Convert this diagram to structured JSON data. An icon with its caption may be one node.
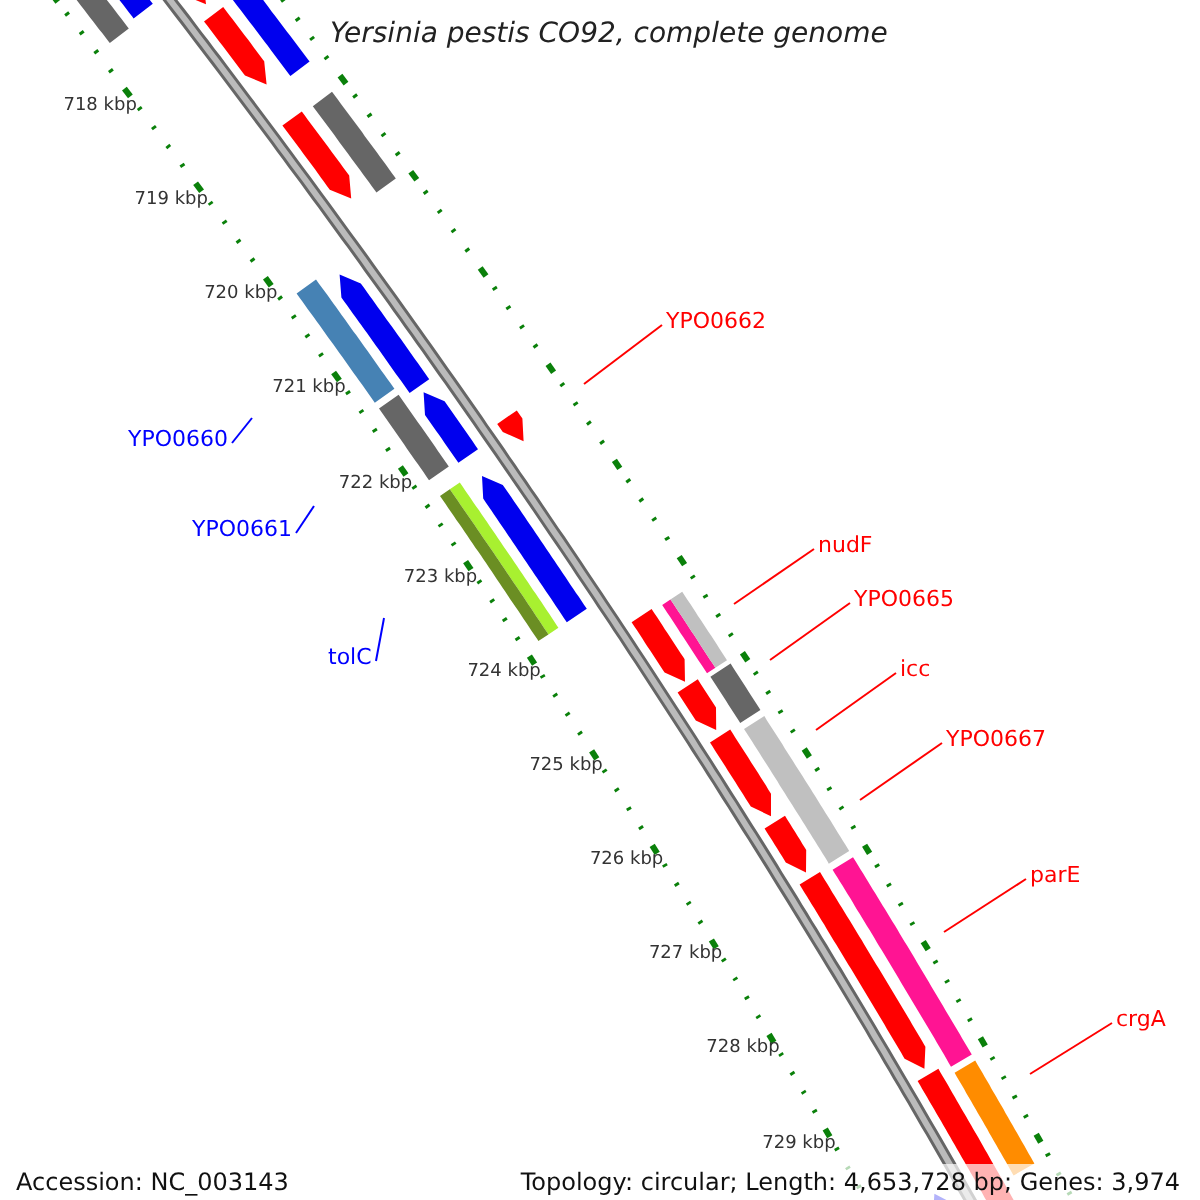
{
  "diagram": {
    "title": "Yersinia pestis CO92, complete genome",
    "nodes": [
      {
        "text": [
          "YPO0660"
        ]
      },
      {
        "text": [
          "YPO0661"
        ]
      },
      {
        "text": [
          "tolC"
        ]
      },
      {
        "text": [
          "YPO0662"
        ]
      },
      {
        "text": [
          "nudF"
        ]
      },
      {
        "text": [
          "YPO0665"
        ]
      },
      {
        "text": [
          "icc"
        ]
      },
      {
        "text": [
          "YPO0667"
        ]
      },
      {
        "text": [
          "parE"
        ]
      },
      {
        "text": [
          "crgA"
        ]
      }
    ],
    "edges": [
      {
        "from": 0,
        "to": null,
        "arrow": "none",
        "color": "#0000ff"
      },
      {
        "from": 1,
        "to": null,
        "arrow": "none",
        "color": "#0000ff"
      },
      {
        "from": 2,
        "to": null,
        "arrow": "none",
        "color": "#0000ff"
      },
      {
        "from": 3,
        "to": null,
        "arrow": "none"
      },
      {
        "from": 4,
        "to": null,
        "arrow": "none"
      },
      {
        "from": 5,
        "to": null,
        "arrow": "none"
      },
      {
        "from": 6,
        "to": null,
        "arrow": "none"
      },
      {
        "from": 7,
        "to": null,
        "arrow": "none"
      },
      {
        "from": 8,
        "to": null,
        "arrow": "none"
      },
      {
        "from": 9,
        "to": null,
        "arrow": "none"
      }
    ],
    "labels": [
      "718 kbp",
      "719 kbp",
      "720 kbp",
      "721 kbp",
      "722 kbp",
      "723 kbp",
      "724 kbp",
      "725 kbp",
      "726 kbp",
      "727 kbp",
      "728 kbp",
      "729 kbp",
      "Accession: NC_003143",
      "Topology: circular; Length: 4,653,728 bp; Genes: 3,974"
    ]
  }
}
